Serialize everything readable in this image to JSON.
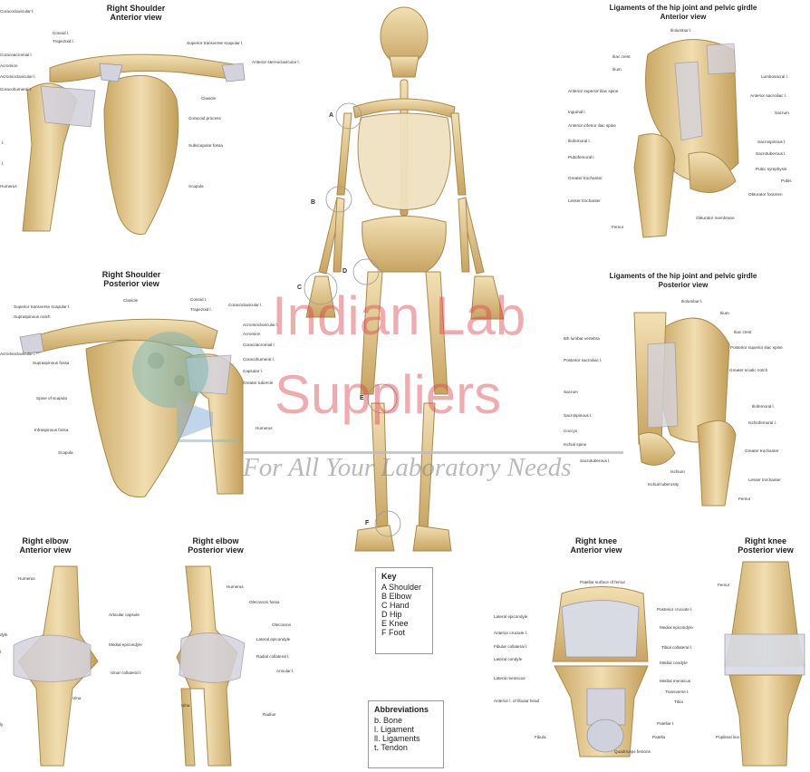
{
  "panels": {
    "shoulder_ant": {
      "title1": "Right Shoulder",
      "title2": "Anterior view",
      "labels": [
        "Coracoclavicular l.",
        "Conoid l.",
        "Trapezoid l.",
        "Coracoacromial l.",
        "Acromion",
        "Acromioclavicular l.",
        "Coracohumeral l.",
        "l.",
        "l.",
        "Humerus",
        "Superior transverse scapular l.",
        "Anterior sternoclavicular l.",
        "Clavicle",
        "Coracoid process",
        "Subscapular fossa",
        "Scapula"
      ]
    },
    "shoulder_post": {
      "title1": "Right Shoulder",
      "title2": "Posterior view",
      "labels": [
        "Superior transverse scapular l.",
        "Supraspinous notch",
        "Clavicle",
        "Conoid l.",
        "Trapezoid l.",
        "Coracoclavicular l.",
        "Acromioclavicular l.",
        "Acromion",
        "Coracoacromial l.",
        "Coracohumeral l.",
        "Capsular l.",
        "Greater tubercle",
        "Acromioclavicular l.",
        "Supraspinous fossa",
        "Spine of scapula",
        "Infraspinous fossa",
        "Scapula",
        "Humerus"
      ]
    },
    "hip_ant": {
      "title1": "Ligaments of the hip joint and pelvic girdle",
      "title2": "Anterior view",
      "labels": [
        "Iliolumbar l.",
        "Iliac crest",
        "Ilium",
        "Anterior superior iliac spine",
        "Inguinal l.",
        "Anterior inferior iliac spine",
        "Iliofemoral l.",
        "Pubofemoral l.",
        "Greater trochanter",
        "Lesser trochanter",
        "Femur",
        "Lumbosacral l.",
        "Anterior sacroiliac l.",
        "Sacrum",
        "Sacrospinous l.",
        "Sacrotuberous l.",
        "Pubic symphysis",
        "Pubis",
        "Obturator foramen",
        "Obturator membrane"
      ]
    },
    "hip_post": {
      "title1": "Ligaments of the hip joint and pelvic girdle",
      "title2": "Posterior view",
      "labels": [
        "Iliolumbar l.",
        "Ilium",
        "5th lumbar vertebra",
        "Iliac crest",
        "Posterior superior iliac spine",
        "Posterior sacroiliac l.",
        "Greater sciatic notch",
        "Sacrum",
        "Sacrospinous l.",
        "Coccyx",
        "Ischial spine",
        "Iliofemoral l.",
        "Ischiofemoral l.",
        "Greater trochanter",
        "Sacrotuberous l.",
        "Ischium",
        "Ischial tuberosity",
        "Lesser trochanter",
        "Femur"
      ]
    },
    "elbow_ant": {
      "title1": "Right elbow",
      "title2": "Anterior view",
      "labels": [
        "Humerus",
        "Articular capsule",
        "Medial epicondyle",
        "Ulnar collateral l.",
        "Ulna",
        "dyle",
        "l.",
        "ly"
      ]
    },
    "elbow_post": {
      "title1": "Right elbow",
      "title2": "Posterior view",
      "labels": [
        "Humerus",
        "Olecranon fossa",
        "Olecranon",
        "Lateral epicondyle",
        "Radial collateral l.",
        "Annular l.",
        "Ulna",
        "Radius"
      ]
    },
    "knee_ant": {
      "title1": "Right knee",
      "title2": "Anterior view",
      "labels": [
        "Patellar surface of femur",
        "Lateral epicondyle",
        "Anterior cruciate l.",
        "Fibular collateral l.",
        "Lateral condyle",
        "Lateral meniscus",
        "Anterior l. of fibular head",
        "Fibula",
        "Posterior cruciate l.",
        "Medial epicondyle",
        "Tibial collateral l.",
        "Medial condyle",
        "Medial meniscus",
        "Transverse l.",
        "Tibia",
        "Patellar l.",
        "Patella",
        "Quadriceps femoris"
      ]
    },
    "knee_post": {
      "title1": "Right knee",
      "title2": "Posterior view",
      "labels": [
        "Femur",
        "Popliteal line"
      ]
    }
  },
  "skeleton_marks": [
    "A",
    "B",
    "C",
    "D",
    "E",
    "F"
  ],
  "key": {
    "title": "Key",
    "items": [
      "A  Shoulder",
      "B  Elbow",
      "C  Hand",
      "D  Hip",
      "E  Knee",
      "F  Foot"
    ]
  },
  "abbreviations": {
    "title": "Abbreviations",
    "items": [
      "b.  Bone",
      "l.  Ligament",
      "ll.  Ligaments",
      "t.  Tendon"
    ]
  },
  "watermark": {
    "line1": "Indian Lab",
    "line2": "Suppliers",
    "line3": "For All Your Laboratory Needs"
  },
  "colors": {
    "bone": "#e8cf96",
    "bone_dark": "#b89a5c",
    "ligament": "#cfcfd8",
    "watermark_red": "#dc4650",
    "teal": "#7fb8b5"
  }
}
